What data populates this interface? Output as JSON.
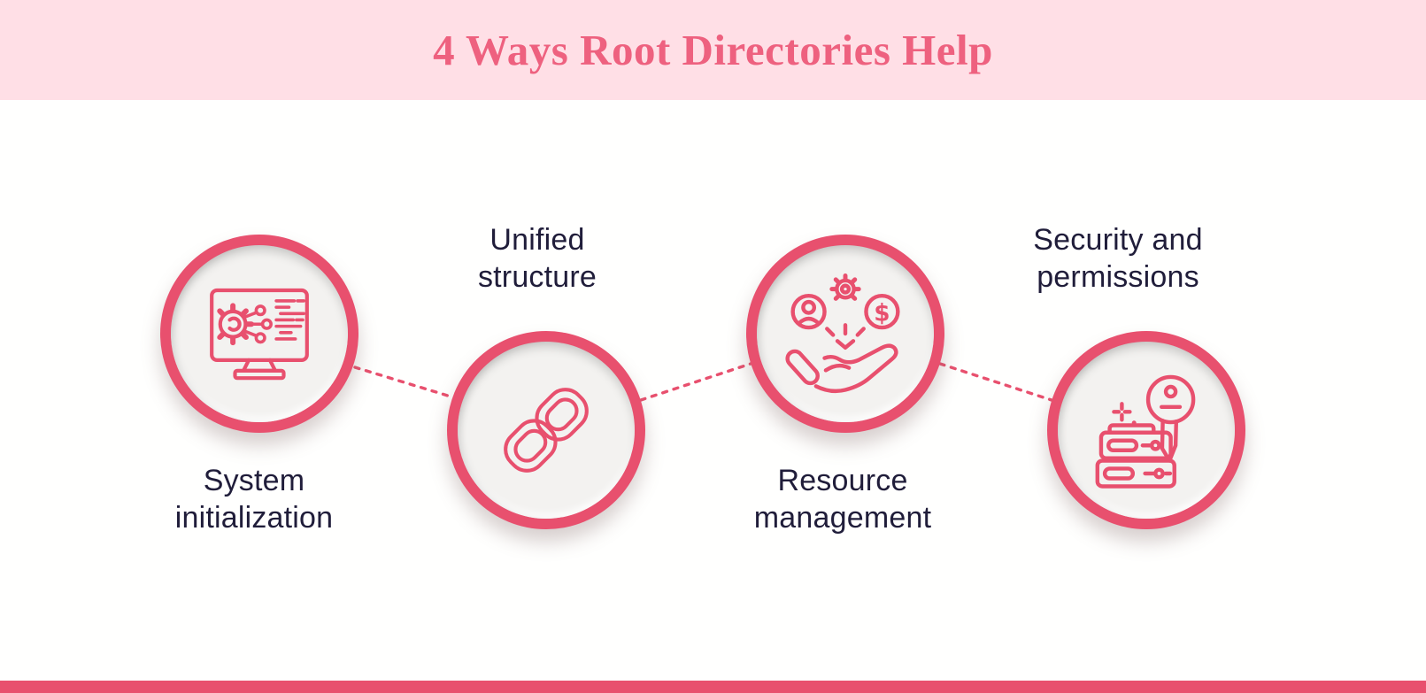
{
  "title": {
    "text": "4 Ways Root Directories Help"
  },
  "theme": {
    "accent": "#e8506e",
    "header_bg": "#ffdfe6",
    "title_color": "#ee617f",
    "label_color": "#201d3a",
    "inner_fill": "#f3f2f0",
    "body_bg": "#fffffe",
    "bar_color": "#e8506e"
  },
  "items": [
    {
      "label": "System initialization",
      "line1": "System",
      "line2": "initialization",
      "icon": "monitor-gear-icon",
      "label_position": "below"
    },
    {
      "label": "Unified structure",
      "line1": "Unified",
      "line2": "structure",
      "icon": "chain-link-icon",
      "label_position": "above"
    },
    {
      "label": "Resource management",
      "line1": "Resource",
      "line2": "management",
      "icon": "hand-resources-icon",
      "label_position": "below"
    },
    {
      "label": "Security and permissions",
      "line1": "Security and",
      "line2": "permissions",
      "icon": "key-server-icon",
      "label_position": "above"
    }
  ]
}
